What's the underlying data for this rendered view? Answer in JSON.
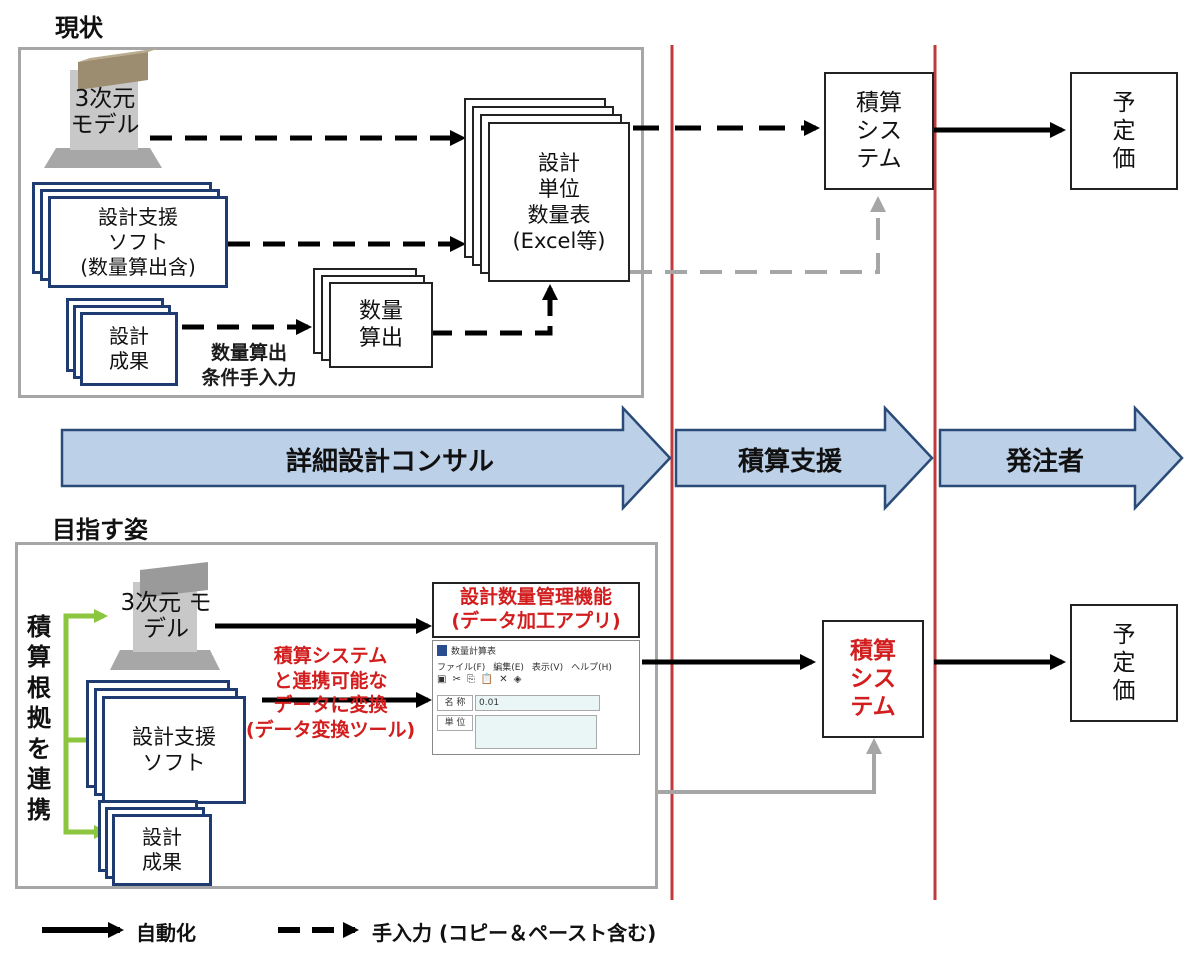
{
  "current": {
    "section_title": "現状",
    "model_label": "3次元\nモデル",
    "design_support_soft": "設計支援\nソフト\n(数量算出含)",
    "design_result": "設計\n成果",
    "quantity_calc": "数量\n算出",
    "manual_input_note": "数量算出\n条件手入力",
    "quantity_table": "設計\n単位\n数量表\n(Excel等)",
    "estimation_system": "積算\nシス\nテム",
    "planned_price": "予\n定\n価"
  },
  "phases": {
    "consultant": "詳細設計コンサル",
    "estimation_support": "積算支援",
    "orderer": "発注者"
  },
  "target": {
    "section_title": "目指す姿",
    "link_basis": "積\n算\n根\n拠\nを\n連\n携",
    "model_label": "3次元\nモデル",
    "design_support_soft": "設計支援\nソフト",
    "design_result": "設計\n成果",
    "function_title": "設計数量管理機能\n(データ加工アプリ)",
    "convert_text": "積算システム\nと連携可能な\nデータに変換\n(データ変換ツール)",
    "estimation_system": "積算\nシス\nテム",
    "planned_price": "予\n定\n価"
  },
  "app_window": {
    "title": "数量計算表",
    "menu": [
      "ファイル(F)",
      "編集(E)",
      "表示(V)",
      "ヘルプ(H)"
    ],
    "fields": [
      "名 称",
      "単 位"
    ],
    "value": "0.01"
  },
  "legend": {
    "automated": "自動化",
    "manual": "手入力 (コピー＆ペースト含む)"
  },
  "colors": {
    "frame_gray": "#a6a6a6",
    "blue_border": "#1f3c72",
    "phase_fill": "#bcd0e8",
    "divider_red": "#c0393b",
    "emphasis_red": "#d21e1e",
    "link_green": "#8cc63f"
  }
}
